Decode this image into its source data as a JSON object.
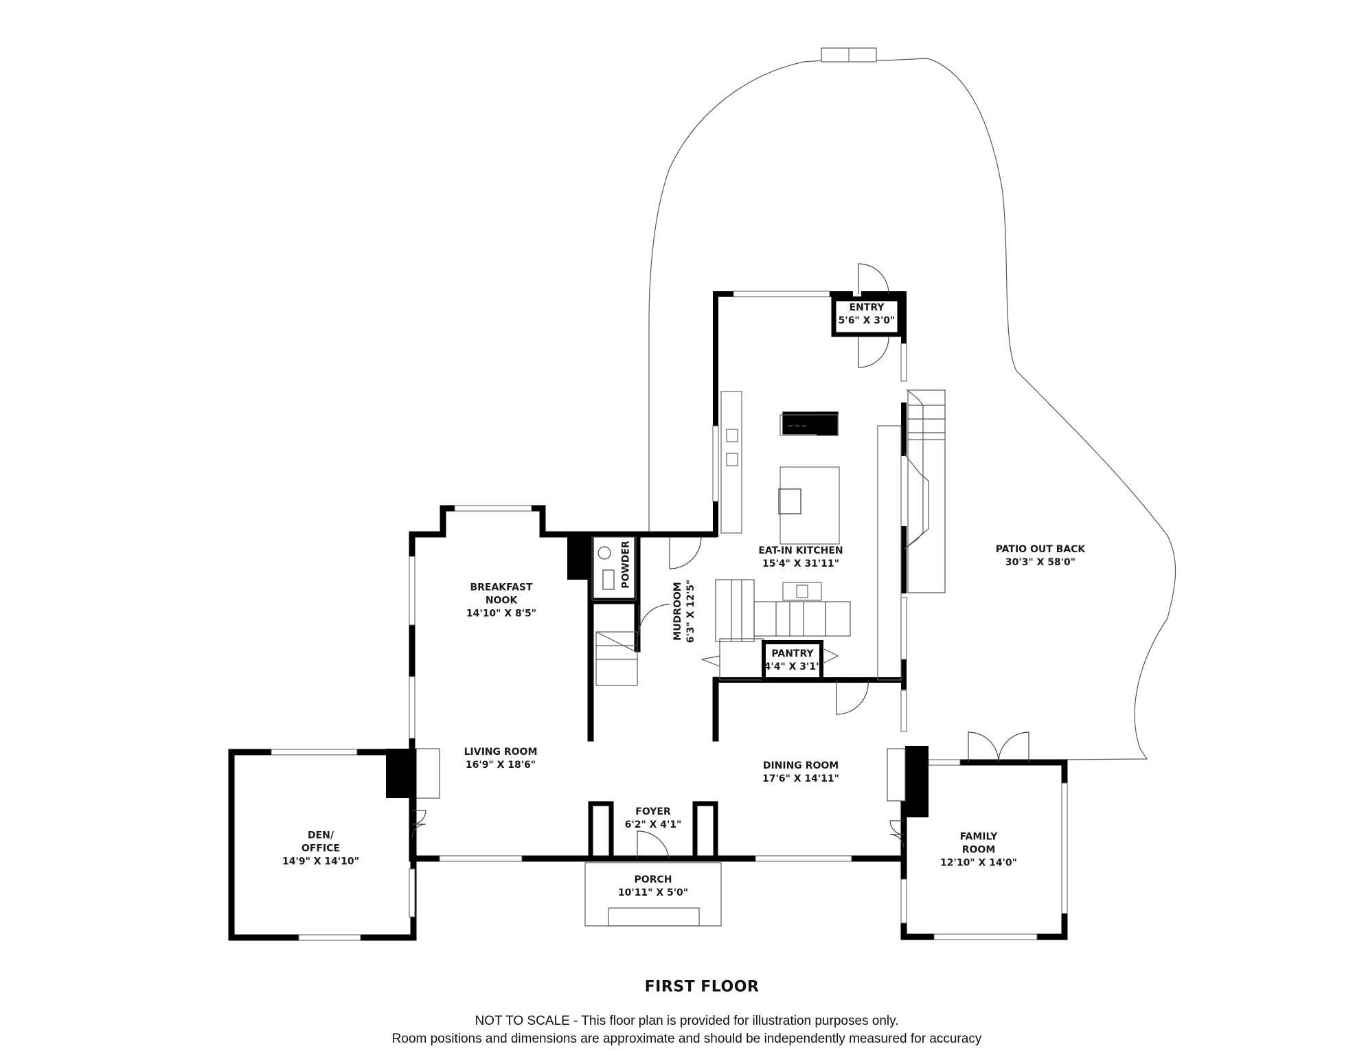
{
  "rooms": {
    "entry": {
      "name": "ENTRY",
      "dims": "5'6\" X 3'0\""
    },
    "eat_in_kitchen": {
      "name": "EAT-IN KITCHEN",
      "dims": "15'4\" X 31'11\""
    },
    "patio": {
      "name": "PATIO OUT BACK",
      "dims": "30'3\" X 58'0\""
    },
    "breakfast_nook": {
      "name1": "BREAKFAST",
      "name2": "NOOK",
      "dims": "14'10\" X 8'5\""
    },
    "powder": {
      "name": "POWDER"
    },
    "mudroom": {
      "name": "MUDROOM",
      "dims": "6'3\" X 12'5\""
    },
    "pantry": {
      "name": "PANTRY",
      "dims": "4'4\" X 3'1\""
    },
    "living_room": {
      "name": "LIVING ROOM",
      "dims": "16'9\" X 18'6\""
    },
    "dining_room": {
      "name": "DINING ROOM",
      "dims": "17'6\" X 14'11\""
    },
    "den_office": {
      "name1": "DEN/",
      "name2": "OFFICE",
      "dims": "14'9\" X 14'10\""
    },
    "foyer": {
      "name": "FOYER",
      "dims": "6'2\" X 4'1\""
    },
    "porch": {
      "name": "PORCH",
      "dims": "10'11\" X 5'0\""
    },
    "family_room": {
      "name1": "FAMILY",
      "name2": "ROOM",
      "dims": "12'10\" X 14'0\""
    }
  },
  "floor_title": "FIRST FLOOR",
  "disclaimer": {
    "line1": "NOT TO SCALE - This floor plan is provided for illustration purposes only.",
    "line2": "Room positions and dimensions are approximate and should be independently measured for accuracy"
  }
}
